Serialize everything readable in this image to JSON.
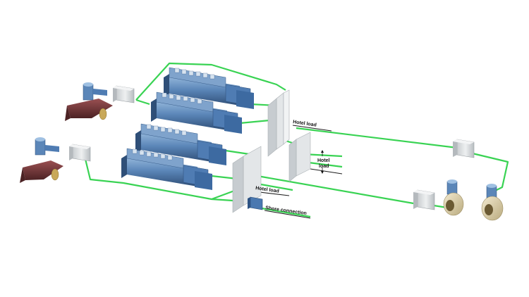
{
  "labels": {
    "hotel_load_upper": "Hotel load",
    "hotel_load_middle_line1": "Hotel",
    "hotel_load_middle_line2": "load",
    "hotel_load_lower": "Hotel load",
    "shore_connection": "Shore connection"
  },
  "colors": {
    "cable": "#39d353",
    "engine_blue": "#5b86b8",
    "engine_dark": "#2f4f78",
    "cabinet": "#e6e9ea",
    "hull": "#7a3a3c",
    "propeller": "#c9a95a",
    "thruster_body": "#e2d6ad"
  },
  "icons": [
    "generator-set-icon",
    "switchboard-icon",
    "converter-cabinet-icon",
    "azimuth-thruster-icon",
    "pod-thruster-icon",
    "shore-connection-box-icon"
  ]
}
